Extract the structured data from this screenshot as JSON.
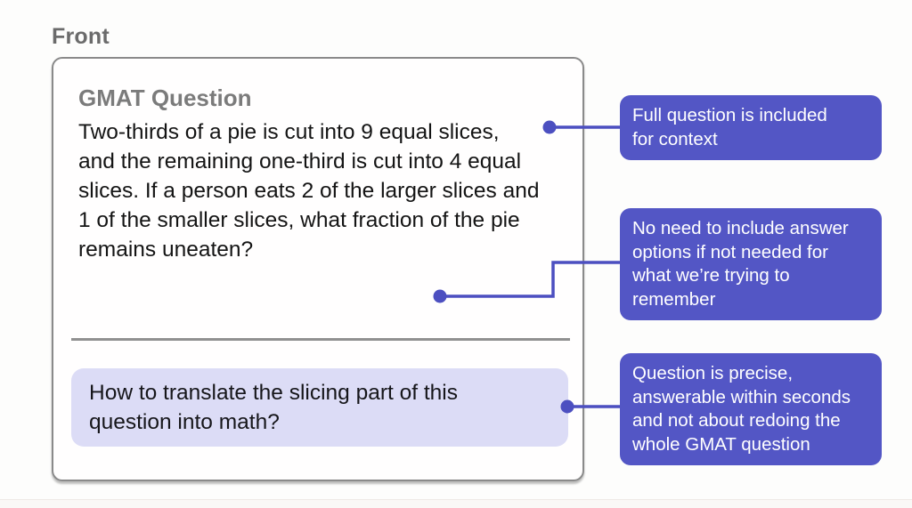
{
  "front_label": "Front",
  "card": {
    "title": "GMAT Question",
    "question": "Two-thirds of a pie is cut into 9 equal slices,\nand the remaining one-third is cut into 4 equal\nslices. If a person eats 2 of the larger slices and\n1 of the smaller slices, what fraction of the pie\nremains uneaten?",
    "prompt": "How to translate the slicing part of this\nquestion into math?"
  },
  "annotations": [
    {
      "text": "Full question is included\nfor context"
    },
    {
      "text": "No need to include answer\noptions if not needed for\nwhat we’re trying to\nremember"
    },
    {
      "text": "Question is precise,\nanswerable within seconds\nand not about redoing the\nwhole GMAT question"
    }
  ],
  "colors": {
    "annotation_bg": "#5356c5",
    "connector": "#4c4fc0",
    "prompt_bg": "#dcdcf6",
    "card_border": "#8a8a8a",
    "card_title_text": "#7b7b7b",
    "front_label_text": "#6b6b6b",
    "question_text": "#141414",
    "annotation_text": "#ffffff"
  }
}
